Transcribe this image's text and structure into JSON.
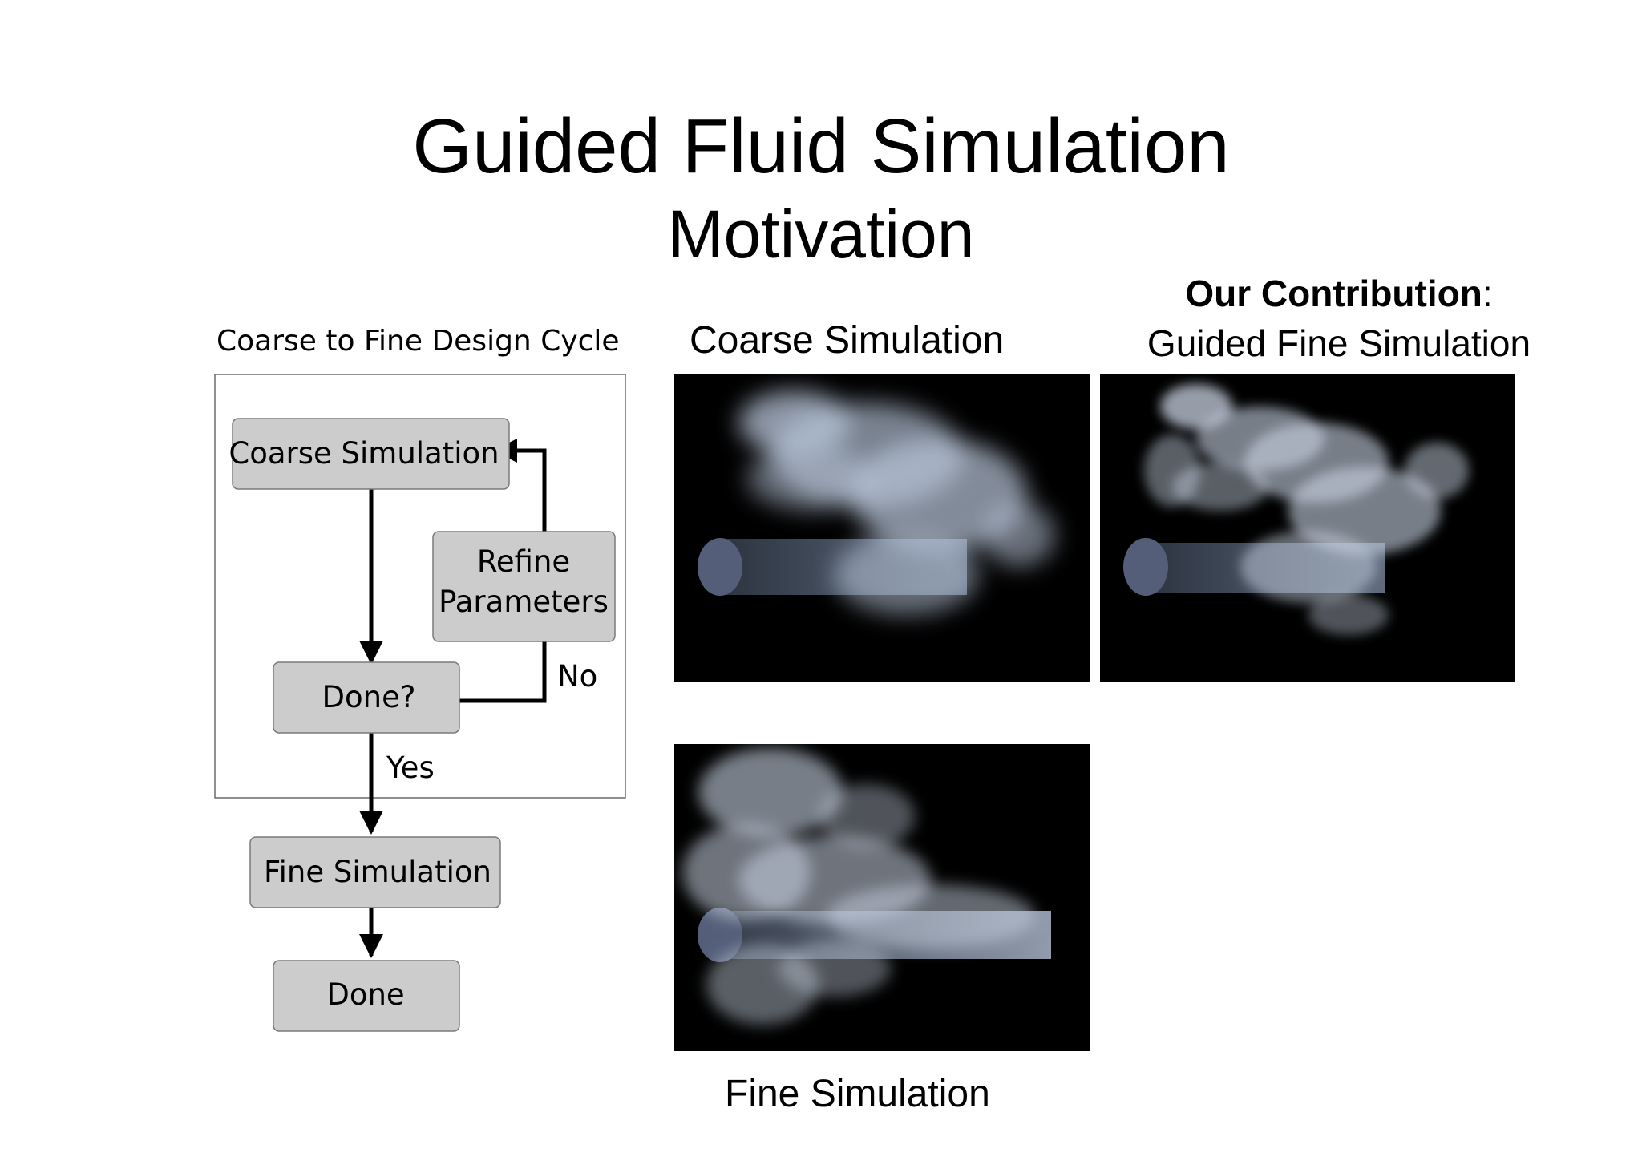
{
  "slide": {
    "title": "Guided Fluid Simulation",
    "subtitle": "Motivation"
  },
  "design_cycle": {
    "caption": "Coarse to Fine Design Cycle",
    "nodes": {
      "coarse_simulation": "Coarse Simulation",
      "refine_line1": "Refine",
      "refine_line2": "Parameters",
      "done_question": "Done?",
      "fine_simulation": "Fine Simulation",
      "done": "Done"
    },
    "edge_labels": {
      "no": "No",
      "yes": "Yes"
    }
  },
  "panels": {
    "coarse_caption": "Coarse Simulation",
    "contribution_bold": "Our Contribution",
    "contribution_colon": ":",
    "contribution_line2": "Guided Fine Simulation",
    "fine_caption": "Fine Simulation"
  },
  "colors": {
    "node_fill": "#cccccc",
    "frame_bg": "#000000",
    "smoke": "#c8d2e2"
  }
}
